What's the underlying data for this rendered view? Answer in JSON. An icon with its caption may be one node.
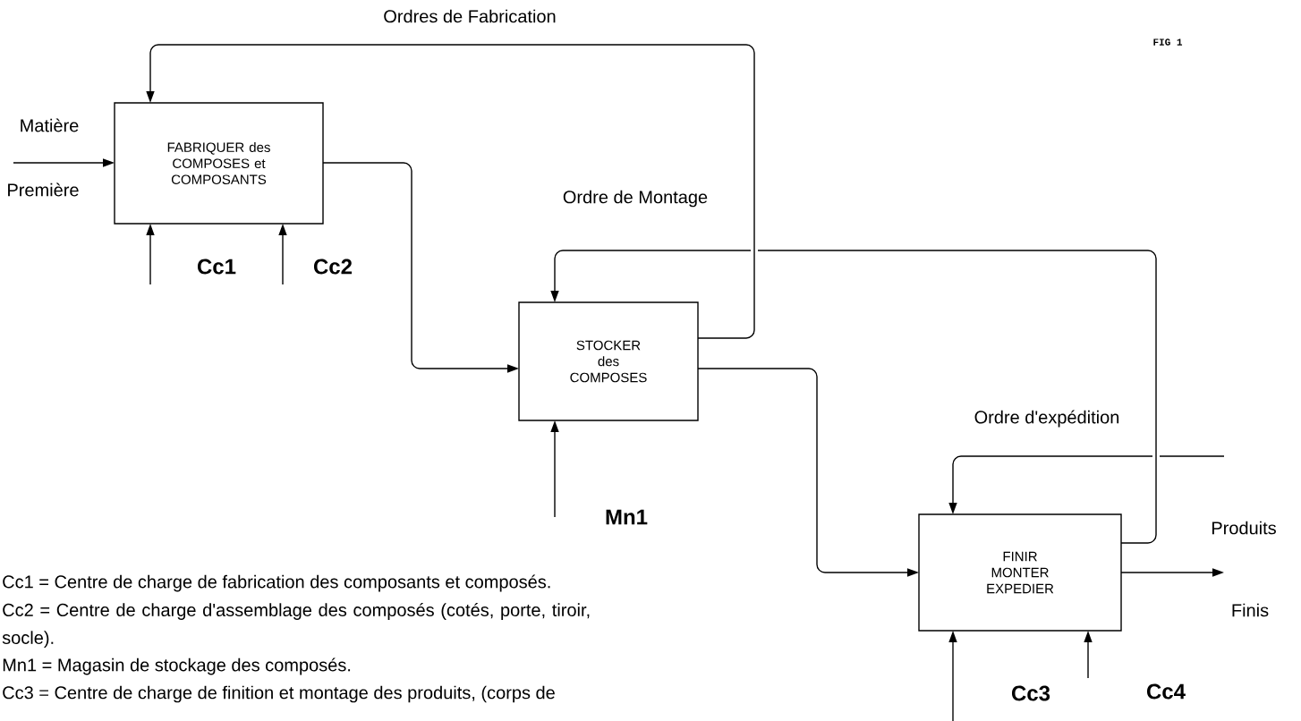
{
  "diagram": {
    "nodes": [
      {
        "text": [
          "FABRIQUER des COMPOSES et COMPOSANTS"
        ]
      },
      {
        "text": [
          "STOCKER des COMPOSES"
        ]
      },
      {
        "text": [
          "FINIR MONTER EXPEDIER"
        ]
      }
    ],
    "edges": [
      {
        "from": null,
        "to": 0,
        "arrow": "to"
      },
      {
        "from": null,
        "to": 0,
        "arrow": "to"
      },
      {
        "from": null,
        "to": 0,
        "arrow": "to"
      },
      {
        "from": 0,
        "to": 1,
        "arrow": "to"
      },
      {
        "from": 1,
        "to": 0,
        "arrow": "to",
        "label": "Ordres de Fabrication"
      },
      {
        "from": 2,
        "to": 1,
        "arrow": "to",
        "label": "Ordre de Montage"
      },
      {
        "from": null,
        "to": 1,
        "arrow": "to"
      },
      {
        "from": 1,
        "to": 2,
        "arrow": "to"
      },
      {
        "from": null,
        "to": 2,
        "arrow": "to",
        "label": "Ordre d'expédition"
      },
      {
        "from": 2,
        "to": null,
        "arrow": "to"
      },
      {
        "from": null,
        "to": 2,
        "arrow": "to"
      },
      {
        "from": null,
        "to": 2,
        "arrow": "to"
      }
    ],
    "labels": [
      "FIG 1",
      "Matière",
      "Première",
      "Cc1",
      "Cc2",
      "Mn1",
      "Produits",
      "Finis",
      "Cc3",
      "Cc4",
      "Cc1 = Centre de charge de fabrication des composants et  composés.",
      "Cc2 = Centre de charge d'assemblage des composés (cotés, porte, tiroir, socle).",
      "Mn1 = Magasin de stockage des composés.",
      "Cc3 = Centre de charge de finition et montage des produits, (corps de"
    ]
  }
}
